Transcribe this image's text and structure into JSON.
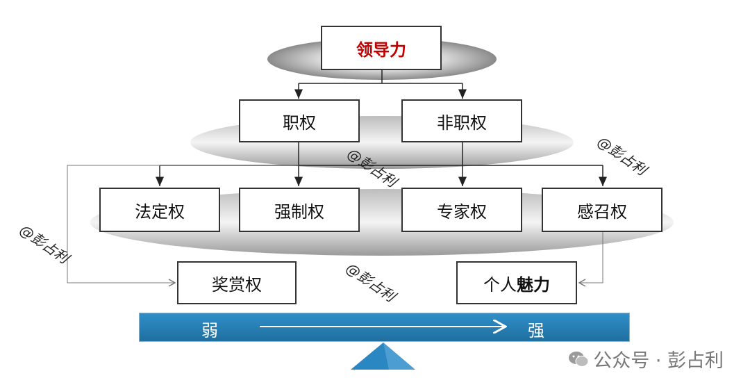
{
  "top": {
    "label": "领导力"
  },
  "level2": {
    "left": "职权",
    "right": "非职权"
  },
  "level3": {
    "a": "法定权",
    "b": "强制权",
    "c": "专家权",
    "d": "感召权"
  },
  "level4": {
    "reward": "奖赏权",
    "charisma_prefix": "个人",
    "charisma_bold": "魅力"
  },
  "scale": {
    "weak": "弱",
    "strong": "强"
  },
  "watermarks": [
    "@彭占利",
    "@彭占利",
    "@彭占利",
    "@彭占利"
  ],
  "footer": {
    "text": "公众号 · 彭占利"
  },
  "colors": {
    "leader": "#c00000",
    "scale": "#2a82b8",
    "fulcrum": "#2a87c2"
  }
}
